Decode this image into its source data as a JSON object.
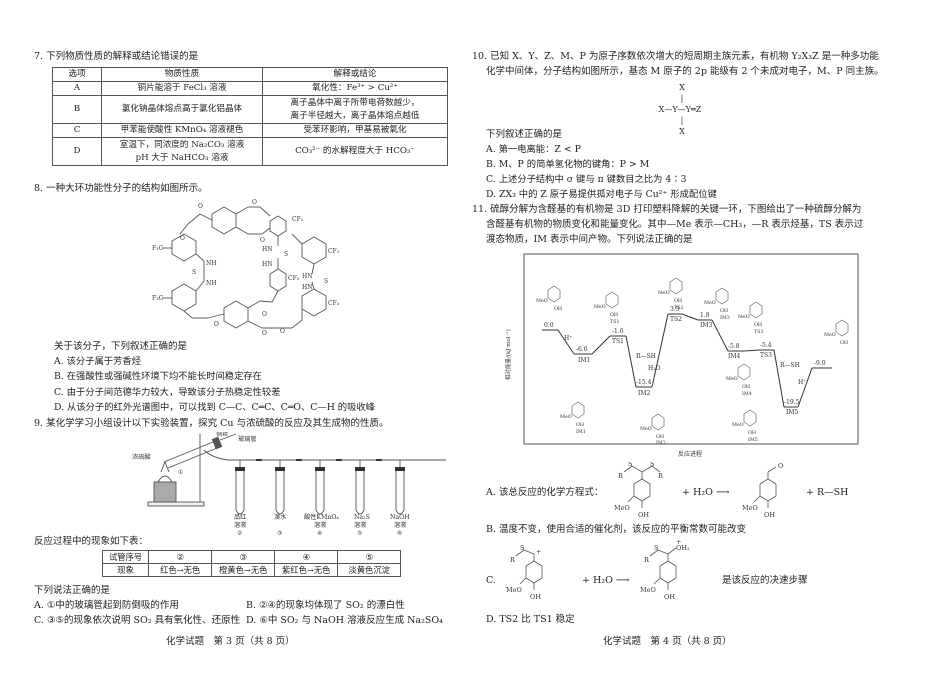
{
  "page_left": {
    "q7": {
      "stem": "7. 下列物质性质的解释或结论错误的是",
      "headers": [
        "选项",
        "物质性质",
        "解释或结论"
      ],
      "rows": [
        {
          "opt": "A",
          "prop": "铜片能溶于 FeCl₃ 溶液",
          "conclusion": "氧化性：Fe³⁺ > Cu²⁺"
        },
        {
          "opt": "B",
          "prop": "氯化钠晶体熔点高于氯化铝晶体",
          "conclusion_l1": "离子晶体中离子所带电荷数越少，",
          "conclusion_l2": "离子半径越大，离子晶体熔点越低"
        },
        {
          "opt": "C",
          "prop": "甲苯能使酸性 KMnO₄ 溶液褪色",
          "conclusion": "受苯环影响，甲基易被氧化"
        },
        {
          "opt": "D",
          "prop_l1": "室温下，同浓度的 Na₂CO₃ 溶液",
          "prop_l2": "pH 大于 NaHCO₃ 溶液",
          "conclusion": "CO₃²⁻ 的水解程度大于 HCO₃⁻"
        }
      ]
    },
    "q8": {
      "stem": "8. 一种大环功能性分子的结构如图所示。",
      "figure_labels": {
        "cf3_left": "F₃C",
        "cf3_right": "CF₃",
        "nh": "NH",
        "hn": "HN",
        "s": "S",
        "o": "O"
      },
      "prompt": "关于该分子，下列叙述正确的是",
      "options": [
        "A. 该分子属于芳香烃",
        "B. 在强酸性或强碱性环境下均不能长时间稳定存在",
        "C. 由于分子间范德华力较大，导致该分子热稳定性较差",
        "D. 从该分子的红外光谱图中，可以找到 C—C、C═C、C═O、C—H 的吸收峰"
      ]
    },
    "q9": {
      "stem": "9. 某化学学习小组设计以下实验装置，探究 Cu 与浓硫酸的反应及其生成物的性质。",
      "apparatus_labels": {
        "copper_wire": "铜丝",
        "glass_tube": "玻璃管",
        "conc_acid": "浓硫酸",
        "flask": "①",
        "tubes": [
          {
            "l1": "品红",
            "l2": "溶液",
            "n": "②"
          },
          {
            "l1": "溴水",
            "l2": "",
            "n": "③"
          },
          {
            "l1": "酸性KMnO₄",
            "l2": "溶液",
            "n": "④"
          },
          {
            "l1": "Na₂S",
            "l2": "溶液",
            "n": "⑤"
          },
          {
            "l1": "NaOH",
            "l2": "溶液",
            "n": "⑥"
          }
        ]
      },
      "phenomena_intro": "反应过程中的现象如下表：",
      "table": {
        "row1": [
          "试管序号",
          "②",
          "③",
          "④",
          "⑤"
        ],
        "row2": [
          "现象",
          "红色→无色",
          "橙黄色→无色",
          "紫红色→无色",
          "淡黄色沉淀"
        ]
      },
      "prompt": "下列说法正确的是",
      "options": [
        "A. ①中的玻璃管起到防倒吸的作用",
        "B. ②④的现象均体现了 SO₂ 的漂白性",
        "C. ③⑤的现象依次说明 SO₂ 具有氧化性、还原性",
        "D. ⑥中 SO₂ 与 NaOH 溶液反应生成 Na₂SO₄"
      ]
    },
    "footer": "化学试题　第 3 页（共 8 页）"
  },
  "page_right": {
    "q10": {
      "stem_l1": "10. 已知 X、Y、Z、M、P 为原子序数依次增大的短周期主族元素，有机物 Y₂X₃Z 是一种多功能",
      "stem_l2": "化学中间体，分子结构如图所示，基态 M 原子的 2p 能级有 2 个未成对电子，M、P 同主族。",
      "structure": {
        "top": "X",
        "middle": "X—Y—Y═Z",
        "bottom": "X"
      },
      "prompt": "下列叙述正确的是",
      "options": [
        "A. 第一电离能：Z < P",
        "B. M、P 的简单氢化物的键角：P > M",
        "C. 上述分子结构中 σ 键与 π 键数目之比为 4∶3",
        "D. ZX₃ 中的 Z 原子易提供孤对电子与 Cu²⁺ 形成配位键"
      ]
    },
    "q11": {
      "stem_l1": "11. 硫醇分解为含醛基的有机物是 3D 打印塑料降解的关键一环，下图给出了一种硫醇分解为",
      "stem_l2": "含醛基有机物的物质变化和能量变化。其中—Me 表示—CH₃，—R 表示烃基，TS 表示过",
      "stem_l3": "渡态物质，IM 表示中间产物。下列说法正确的是",
      "diagram": {
        "ylabel": "相对能量/(kJ·mol⁻¹)",
        "xlabel": "反应进程",
        "levels": [
          {
            "name": "",
            "value": "0.0"
          },
          {
            "name": "IM1",
            "value": "-6.6"
          },
          {
            "name": "TS1",
            "value": "-1.6"
          },
          {
            "name": "IM2",
            "value": "-15.4"
          },
          {
            "name": "TS2",
            "value": "3.5"
          },
          {
            "name": "IM3",
            "value": "1.8"
          },
          {
            "name": "IM4",
            "value": "-5.8"
          },
          {
            "name": "TS3",
            "value": "-5.4"
          },
          {
            "name": "IM5",
            "value": "-19.5"
          },
          {
            "name": "",
            "value": "-9.0"
          }
        ],
        "annotations": {
          "h_plus": "H⁺",
          "rsh": "R—SH",
          "h2o": "H₂O",
          "meo": "MeO",
          "oh": "OH"
        }
      },
      "options": {
        "A_label": "A. 该总反应的化学方程式：",
        "A_plus_h2o": "+ H₂O ⟶",
        "A_plus_rsh": "+ R—SH",
        "B": "B. 温度不变，使用合适的催化剂，该反应的平衡常数可能改变",
        "C_label": "C.",
        "C_plus_h2o": "+ H₂O ⟶",
        "C_tail": "是该反应的决速步骤",
        "D": "D. TS2 比 TS1 稳定"
      }
    },
    "footer": "化学试题　第 4 页（共 8 页）"
  }
}
